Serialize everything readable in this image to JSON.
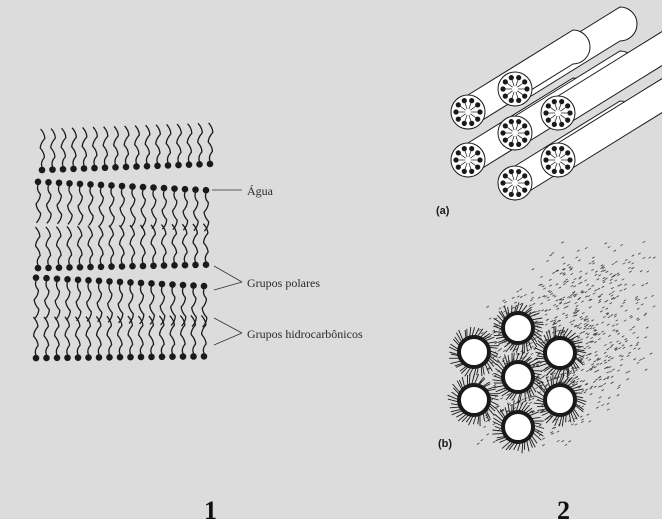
{
  "panel_1": {
    "label_water": "Água",
    "label_polar": "Grupos polares",
    "label_hydrocarbon": "Grupos hidrocarbônicos",
    "figure_number": "1"
  },
  "panel_2": {
    "label_a": "(a)",
    "label_b": "(b)",
    "figure_number": "2"
  },
  "colors": {
    "background": "#dcdcdc",
    "ink": "#1a1a1a",
    "cylinder_fill": "#ffffff"
  }
}
